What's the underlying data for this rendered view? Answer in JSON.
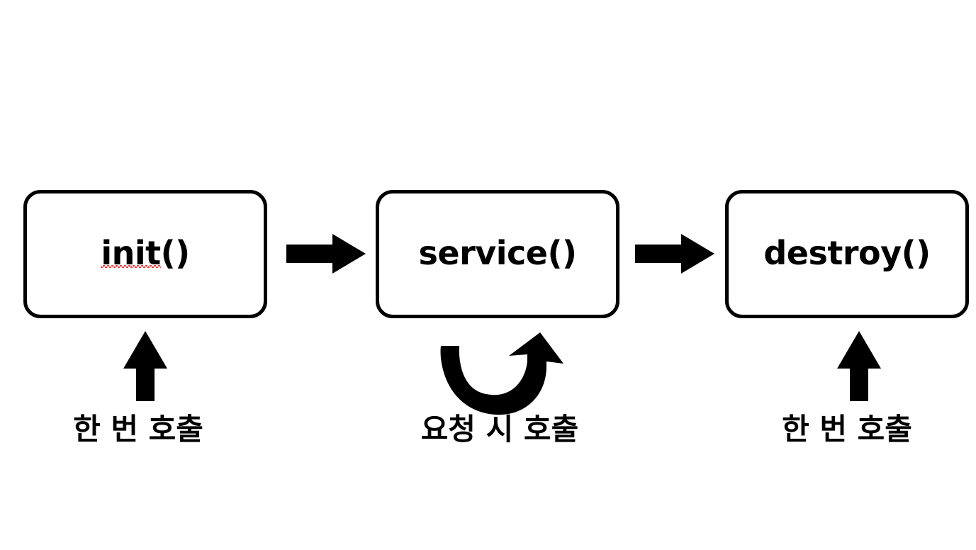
{
  "diagram": {
    "background_color": "#ffffff",
    "stroke_color": "#000000",
    "spellcheck_underline_color": "#e23b3b",
    "nodes": [
      {
        "id": "init",
        "label": "init()",
        "misspelled_part": "init",
        "trailing_part": "()",
        "has_spellcheck_underline": true,
        "caption": "한 번 호출"
      },
      {
        "id": "service",
        "label": "service()",
        "misspelled_part": "service",
        "trailing_part": "()",
        "has_spellcheck_underline": false,
        "caption": "요청 시 호출"
      },
      {
        "id": "destroy",
        "label": "destroy()",
        "misspelled_part": "destroy",
        "trailing_part": "()",
        "has_spellcheck_underline": false,
        "caption": "한 번 호출"
      }
    ],
    "connectors": [
      {
        "id": "init-to-service",
        "type": "arrow-right"
      },
      {
        "id": "service-to-destroy",
        "type": "arrow-right"
      },
      {
        "id": "init-entry",
        "type": "arrow-up"
      },
      {
        "id": "service-loop",
        "type": "arrow-loop-u"
      },
      {
        "id": "destroy-entry",
        "type": "arrow-up"
      }
    ]
  }
}
